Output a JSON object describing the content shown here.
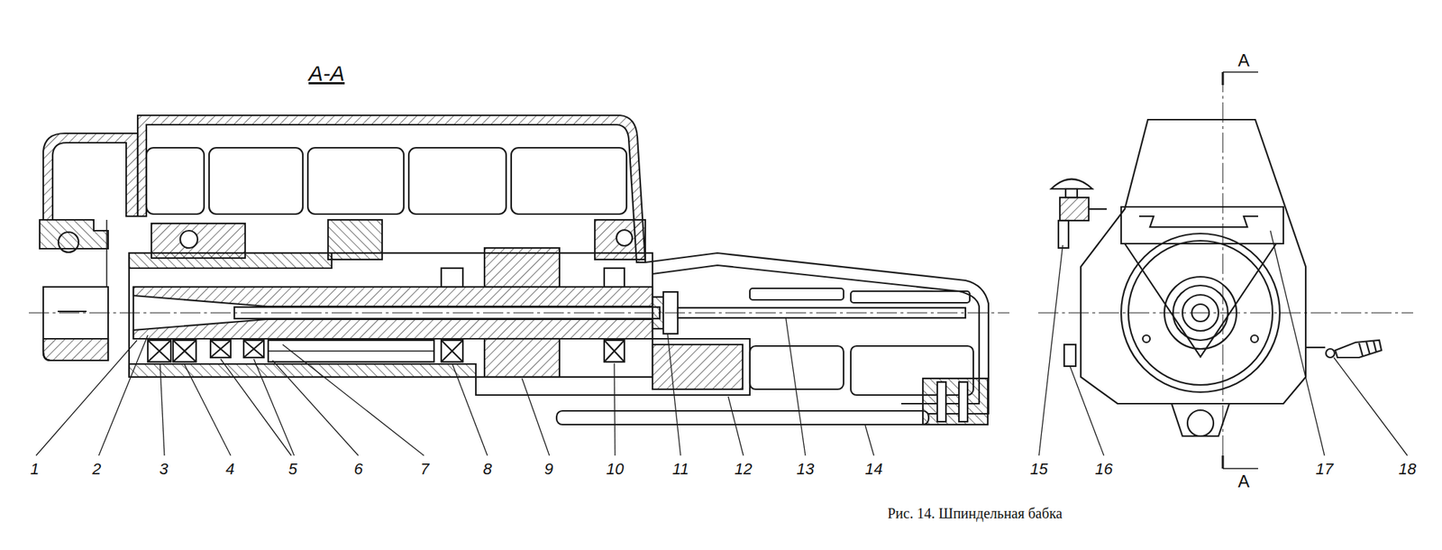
{
  "diagram": {
    "title": "A-A",
    "caption": "Рис. 14. Шпиндельная бабка",
    "labels": [
      "1",
      "2",
      "3",
      "4",
      "5",
      "6",
      "7",
      "8",
      "9",
      "10",
      "11",
      "12",
      "13",
      "14",
      "15",
      "16",
      "17",
      "18",
      "A",
      "A"
    ]
  }
}
